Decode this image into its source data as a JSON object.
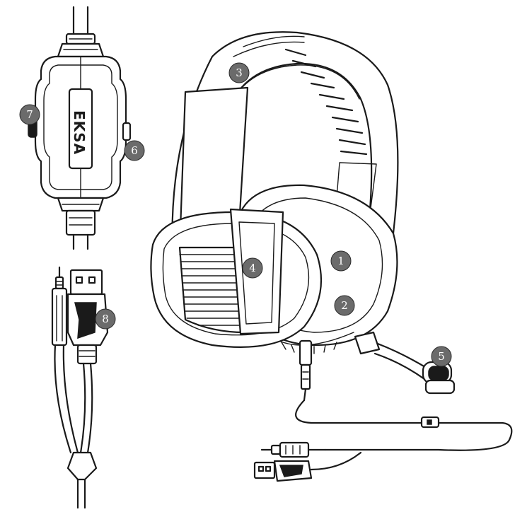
{
  "figure": {
    "brand_logo_text": "EKSA",
    "callout_color": "#6b6b6b",
    "line_color": "#1a1a1a",
    "callouts": [
      {
        "label": "1",
        "part": "earcup-right"
      },
      {
        "label": "2",
        "part": "ear-cushion"
      },
      {
        "label": "3",
        "part": "headband"
      },
      {
        "label": "4",
        "part": "earcup-left-grille"
      },
      {
        "label": "5",
        "part": "microphone"
      },
      {
        "label": "6",
        "part": "inline-control-side-button"
      },
      {
        "label": "7",
        "part": "inline-control-volume-wheel"
      },
      {
        "label": "8",
        "part": "usb-adapter"
      }
    ]
  }
}
